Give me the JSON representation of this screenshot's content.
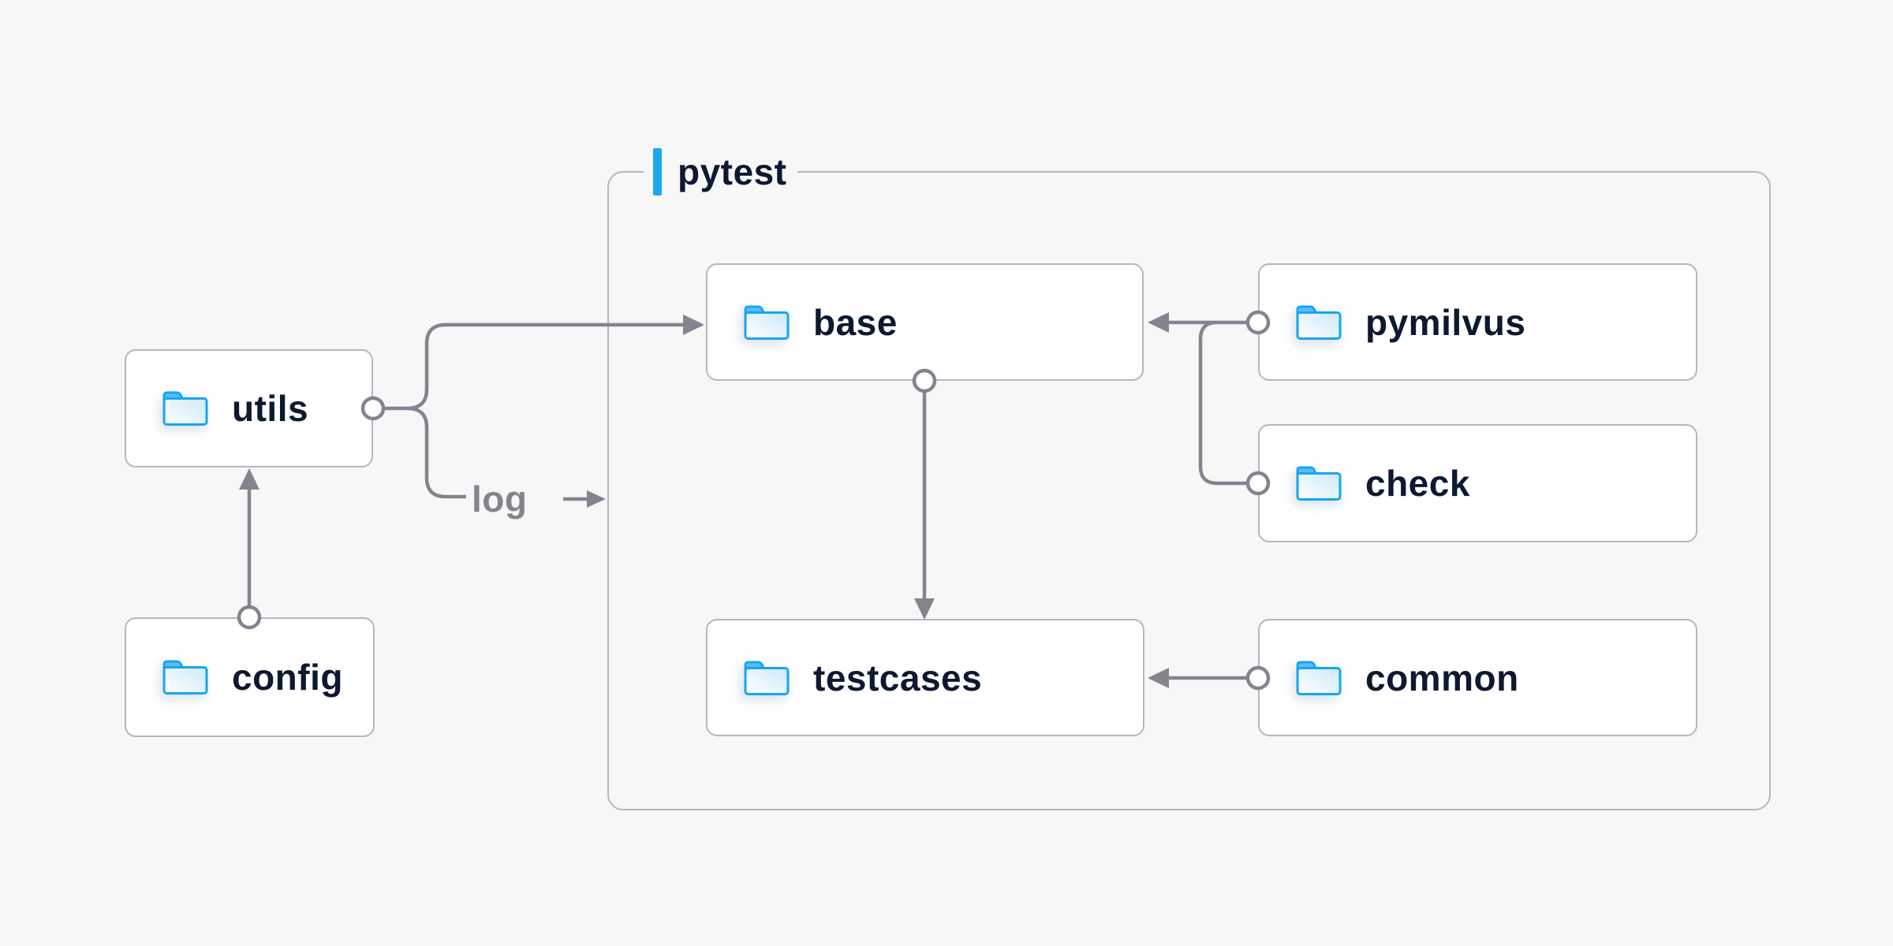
{
  "diagram": {
    "group_label": "pytest",
    "log_label": "log",
    "nodes": {
      "utils": {
        "label": "utils"
      },
      "config": {
        "label": "config"
      },
      "base": {
        "label": "base"
      },
      "pymilvus": {
        "label": "pymilvus"
      },
      "check": {
        "label": "check"
      },
      "testcases": {
        "label": "testcases"
      },
      "common": {
        "label": "common"
      }
    },
    "edges": [
      {
        "from": "config",
        "to": "utils",
        "style": "arrow-up"
      },
      {
        "from": "utils",
        "to": "base",
        "style": "branch-arrow-right"
      },
      {
        "from": "utils",
        "to": "log",
        "style": "branch-label"
      },
      {
        "from": "base",
        "to": "testcases",
        "style": "arrow-down"
      },
      {
        "from": "pymilvus",
        "to": "base",
        "style": "arrow-left"
      },
      {
        "from": "check",
        "to": "base",
        "style": "branch-arrow-left"
      },
      {
        "from": "common",
        "to": "testcases",
        "style": "arrow-left"
      }
    ],
    "icons": [
      "folder-icon"
    ],
    "colors": {
      "background": "#f7f7f8",
      "node_fill": "#ffffff",
      "node_border": "#b6b6c1",
      "connector": "#84848e",
      "label_text": "#0d1930",
      "muted_text": "#84848e",
      "accent_blue": "#19a8f0",
      "folder_stroke": "#18a5f0",
      "folder_fill_light": "#cde9fa"
    }
  }
}
